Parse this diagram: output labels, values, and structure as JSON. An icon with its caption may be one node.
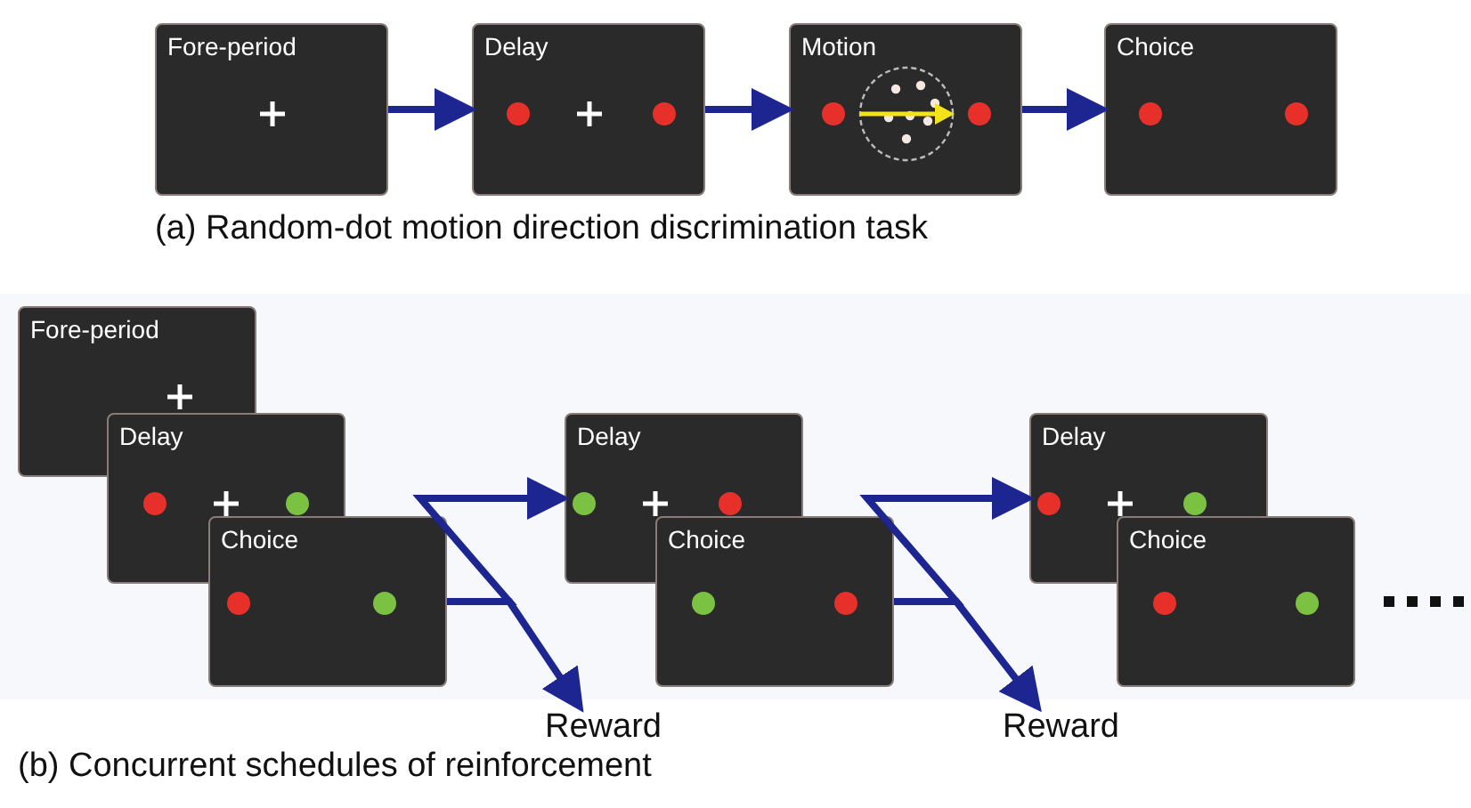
{
  "diagram": {
    "nodes": [
      {
        "text": [
          "Fore-period"
        ]
      },
      {
        "text": [
          "Delay"
        ]
      },
      {
        "text": [
          "Motion"
        ]
      },
      {
        "text": [
          "Choice"
        ]
      },
      {
        "text": [
          "Fore-period"
        ]
      },
      {
        "text": [
          "Delay"
        ]
      },
      {
        "text": [
          "Choice"
        ]
      },
      {
        "text": [
          "Reward"
        ]
      },
      {
        "text": [
          "Delay"
        ]
      },
      {
        "text": [
          "Choice"
        ]
      },
      {
        "text": [
          "Reward"
        ]
      },
      {
        "text": [
          "Delay"
        ]
      },
      {
        "text": [
          "Choice"
        ]
      }
    ],
    "edges": [
      {
        "from": 0,
        "to": 1,
        "arrow": "to"
      },
      {
        "from": 1,
        "to": 2,
        "arrow": "to"
      },
      {
        "from": 2,
        "to": 3,
        "arrow": "to"
      },
      {
        "from": 6,
        "to": 7,
        "arrow": "to"
      },
      {
        "from": 6,
        "to": 8,
        "arrow": "to"
      },
      {
        "from": 9,
        "to": 10,
        "arrow": "to"
      },
      {
        "from": 9,
        "to": 11,
        "arrow": "to"
      }
    ],
    "labels": [
      "(a) Random-dot motion direction discrimination task",
      "(b) Concurrent schedules of reinforcement"
    ]
  }
}
